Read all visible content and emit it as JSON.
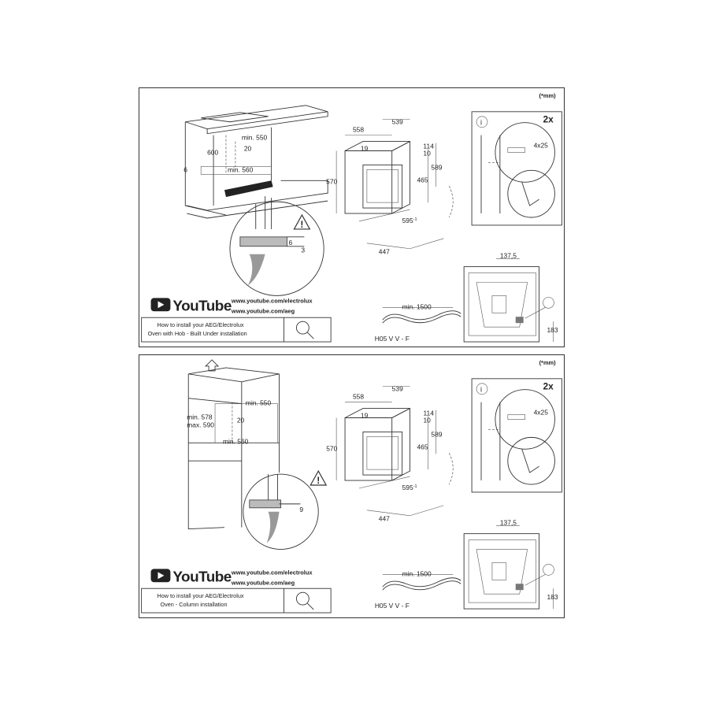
{
  "unit_note": "(*mm)",
  "youtube_word": "YouTube",
  "url_electrolux": "www.youtube.com/electrolux",
  "url_aeg": "www.youtube.com/aeg",
  "panels": [
    {
      "howto_line1": "How to install your AEG/Electrolux",
      "howto_line2": "Oven with Hob - Built Under installation",
      "cab_height": "600",
      "cab_min550": "min. 550",
      "cab_20": "20",
      "cab_min560": "min. 560",
      "cab_6": "6",
      "detail_6": "6",
      "detail_3": "3"
    },
    {
      "howto_line1": "How to install your AEG/Electrolux",
      "howto_line2": "Oven - Column installation",
      "col_min578": "min. 578",
      "col_max590": "max. 590",
      "cab_min550": "min. 550",
      "cab_20": "20",
      "cab_min560": "min. 560",
      "detail_9": "9"
    }
  ],
  "oven": {
    "d558": "558",
    "d539": "539",
    "d19": "19",
    "d114": "114",
    "d10": "10",
    "d589": "589",
    "d570": "570",
    "d465": "465",
    "d595": "595",
    "d595_tol": "-1",
    "d447": "447"
  },
  "screw": {
    "count": "2x",
    "size": "4x25",
    "info_glyph": "i"
  },
  "cable": {
    "length": "min. 1500",
    "type": "H05 V V - F"
  },
  "back": {
    "d137": "137,5",
    "d183": "183"
  }
}
